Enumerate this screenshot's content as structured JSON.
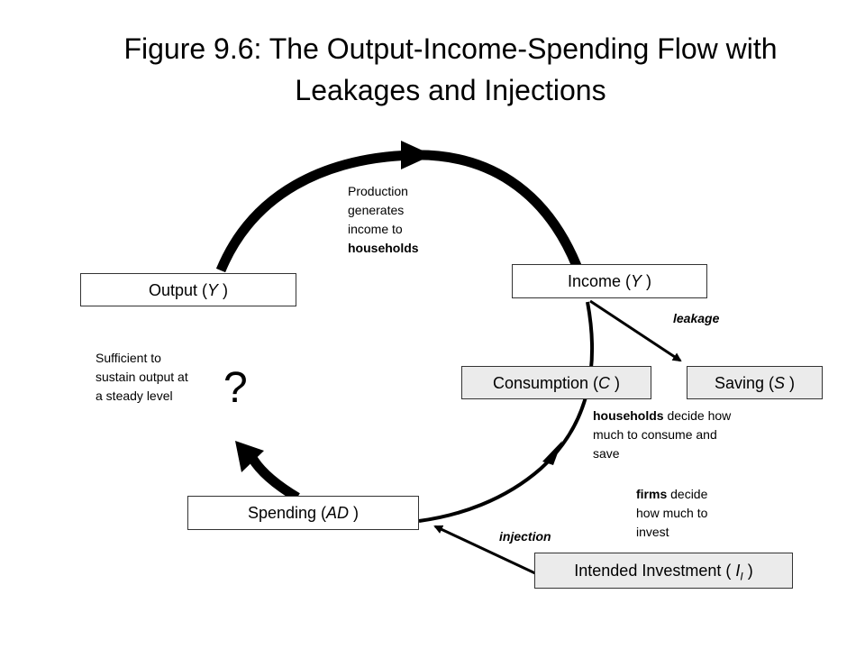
{
  "title": {
    "line1": "Figure 9.6: The Output-Income-Spending Flow with",
    "line2": "Leakages and Injections"
  },
  "boxes": {
    "output": {
      "prefix": "Output (",
      "var": "Y",
      "suffix": " )"
    },
    "income": {
      "prefix": "Income (",
      "var": "Y",
      "suffix": " )"
    },
    "consumption": {
      "prefix": "Consumption (",
      "var": "C",
      "suffix": " )"
    },
    "saving": {
      "prefix": "Saving (",
      "var": "S",
      "suffix": " )"
    },
    "spending": {
      "prefix": "Spending (",
      "var": "AD",
      "suffix": " )"
    },
    "investment": {
      "prefix": "Intended Investment ( ",
      "var": "I",
      "sub": "I",
      "suffix": " )"
    }
  },
  "notes": {
    "production": {
      "line1": "Production",
      "line2": "generates",
      "line3": "income to",
      "line4_bold": "households"
    },
    "sufficient": {
      "line1": "Sufficient to",
      "line2": "sustain output at",
      "line3": "a steady level"
    },
    "households": {
      "bold": "households",
      "rest1": " decide how",
      "line2": "much to consume and",
      "line3": "save"
    },
    "firms": {
      "bold": "firms",
      "rest1": " decide",
      "line2": "how much to",
      "line3": "invest"
    }
  },
  "tags": {
    "leakage": "leakage",
    "injection": "injection"
  },
  "question_mark": "?",
  "colors": {
    "arrow": "#000000",
    "box_fill": "#ffffff",
    "box_shaded": "#ebebeb"
  }
}
